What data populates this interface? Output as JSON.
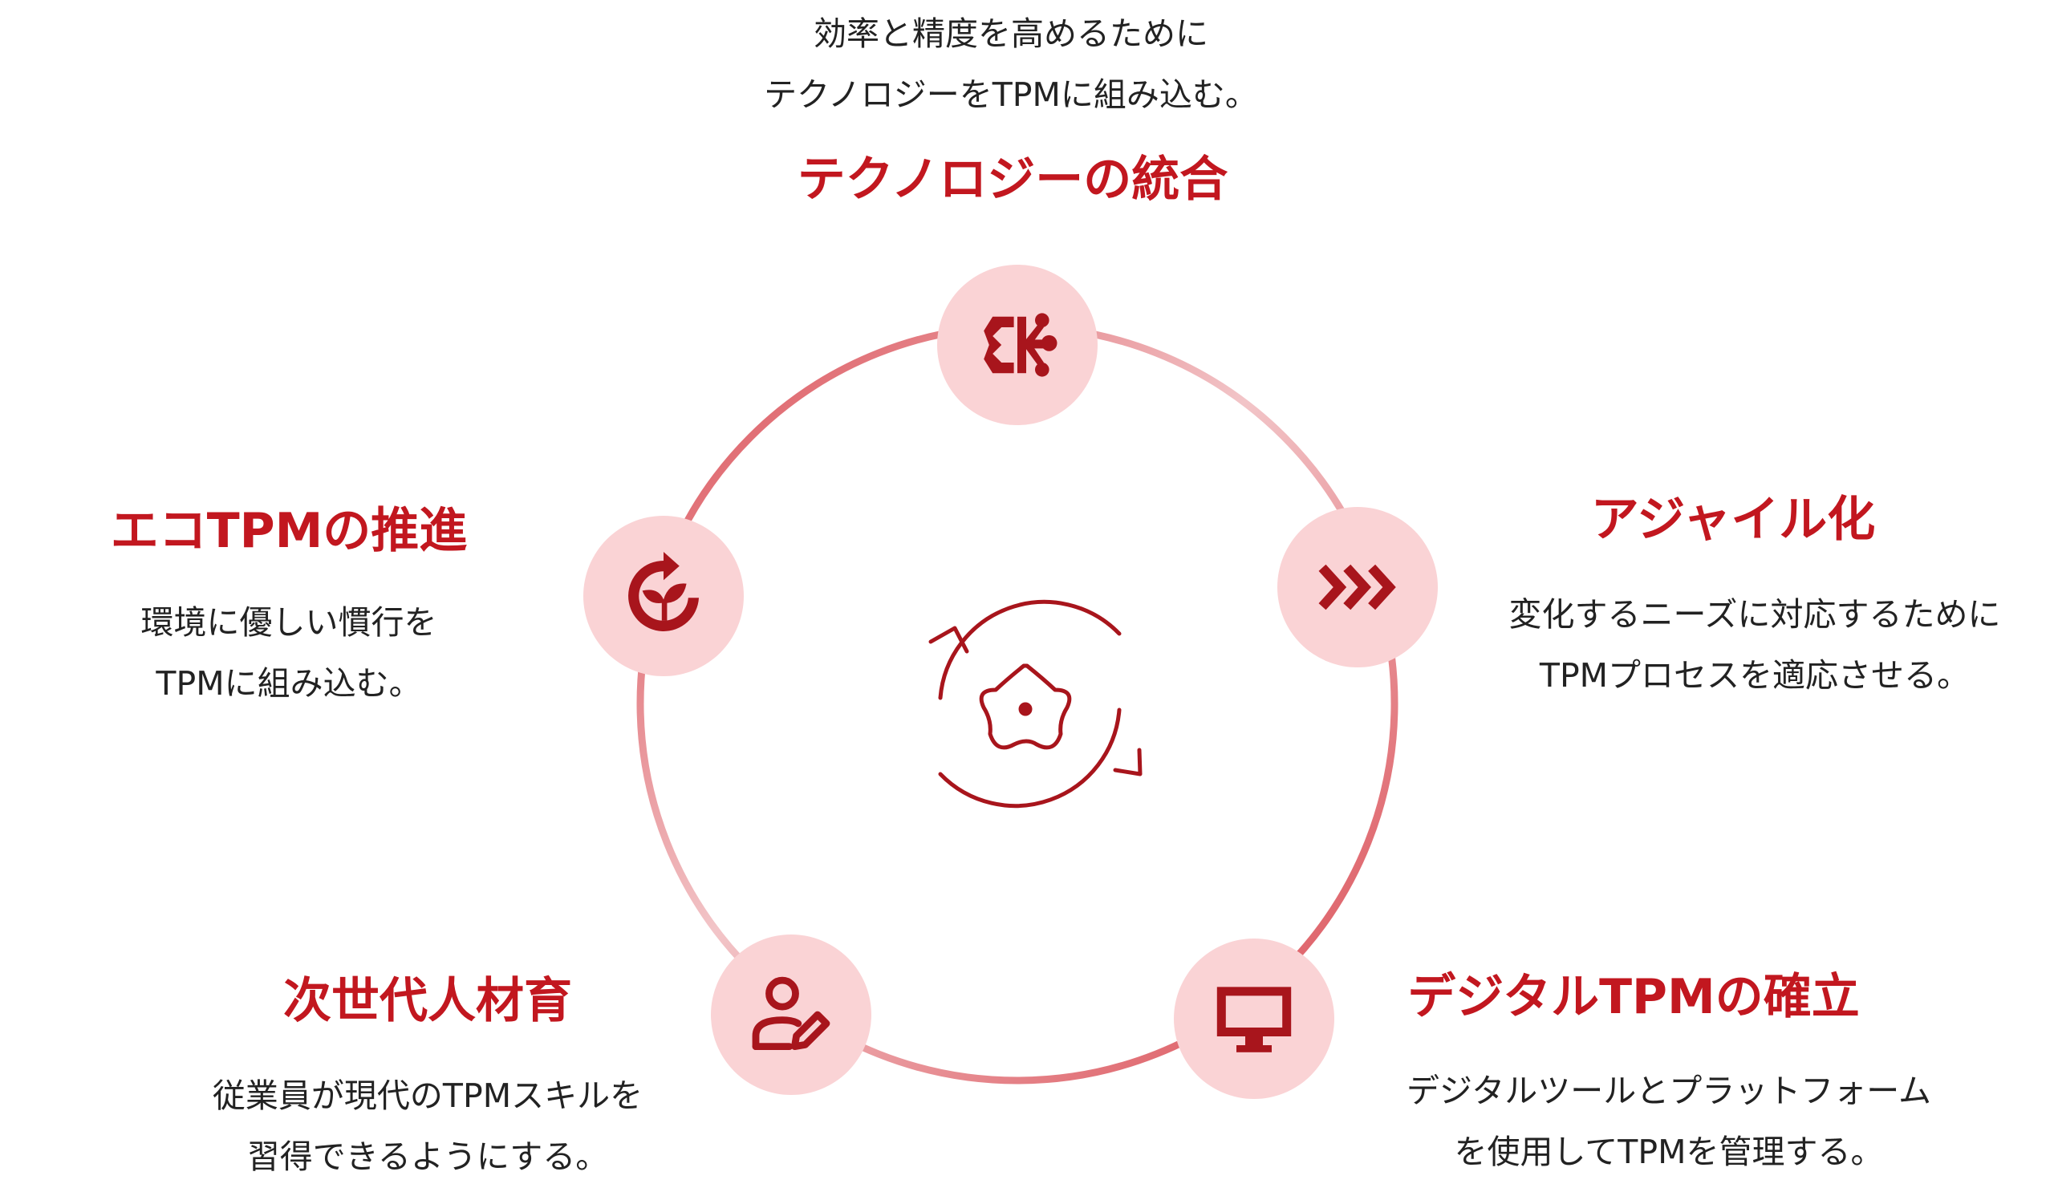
{
  "colors": {
    "accent": "#c2171f",
    "node_fill": "#fad3d5",
    "ring": "#d9474f",
    "text": "#222222"
  },
  "nodes": {
    "top": {
      "title": "テクノロジーの統合",
      "desc_line1": "効率と精度を高めるために",
      "desc_line2": "テクノロジーをTPMに組み込む。",
      "icon": "ai-brain-icon"
    },
    "right": {
      "title": "アジャイル化",
      "desc_line1": "変化するニーズに対応するために",
      "desc_line2": "TPMプロセスを適応させる。",
      "icon": "triple-chevron-right-icon"
    },
    "bottom_right": {
      "title": "デジタルTPMの確立",
      "desc_line1": "デジタルツールとプラットフォーム",
      "desc_line2": "を使用してTPMを管理する。",
      "icon": "monitor-icon"
    },
    "bottom_left": {
      "title": "次世代人材育",
      "desc_line1": "従業員が現代のTPMスキルを",
      "desc_line2": "習得できるようにする。",
      "icon": "user-edit-icon"
    },
    "left": {
      "title": "エコTPMの推進",
      "desc_line1": "環境に優しい慣行を",
      "desc_line2": "TPMに組み込む。",
      "icon": "eco-cycle-icon"
    }
  },
  "center": {
    "icon": "gear-cycle-icon"
  }
}
